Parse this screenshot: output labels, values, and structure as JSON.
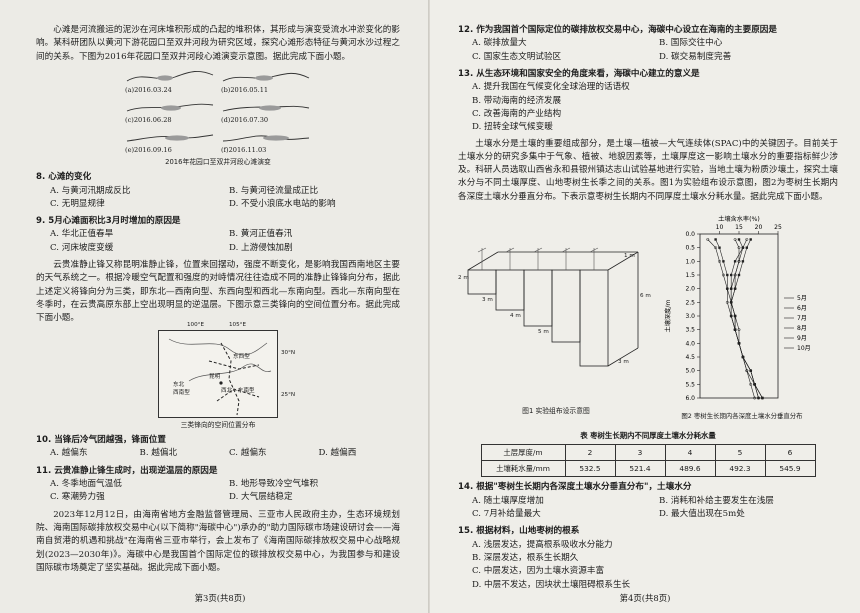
{
  "left": {
    "intro": "心滩是河流搬运的泥沙在河床堆积形成的凸起的堆积体，其形成与演变受流水冲淤变化的影响。某科研团队以黄河下游花园口至双井河段为研究区域，探究心滩形态特征与黄河水沙过程之间的关系。下图为2016年花园口至双井河段心滩演变示意图。据此完成下面小题。",
    "meander_dates": [
      "(a)2016.03.24",
      "(b)2016.05.11",
      "(c)2016.06.28",
      "(d)2016.07.30",
      "(e)2016.09.16",
      "(f)2016.11.03"
    ],
    "meander_caption": "2016年花园口至双井河段心滩演变",
    "q8": {
      "stem": "8. 心滩的变化",
      "opts": [
        "A. 与黄河汛期成反比",
        "B. 与黄河径流量成正比",
        "C. 无明显规律",
        "D. 不受小浪底水电站的影响"
      ]
    },
    "q9": {
      "stem": "9. 5月心滩面积比3月时增加的原因是",
      "opts": [
        "A. 华北正值春旱",
        "B. 黄河正值春汛",
        "C. 河床坡度变缓",
        "D. 上游侵蚀加剧"
      ]
    },
    "intro2": "云贵准静止锋又称昆明准静止锋，位置来回摆动，强度不断变化，是影响我国西南地区主要的天气系统之一。根据冷暖空气配置和强度的对峙情况往往造成不同的准静止锋锋向分布，据此上述定义将锋向分为三类，即东北—西南向型、东西向型和西北—东南向型。西北—东南向型在冬季时，在云贵高原东部上空出现明显的逆温层。下图示意三类锋向的空间位置分布。据此完成下面小题。",
    "map": {
      "lon1": "100°E",
      "lon2": "105°E",
      "lat1": "30°N",
      "lat2": "25°N",
      "lbl_dx": "东西型",
      "lbl_db": "东北",
      "lbl_dbxn": "西南型",
      "lbl_xb": "西北",
      "lbl_xbdn": "东北型",
      "lbl_xbd": "西北—东南型",
      "lbl_ru": "昆明",
      "caption": "三类锋向的空间位置分布"
    },
    "q10": {
      "stem": "10. 当锋后冷气团越强，锋面位置",
      "opts": [
        "A. 越偏东",
        "B. 越偏北",
        "C. 越偏东",
        "D. 越偏西"
      ]
    },
    "q11": {
      "stem": "11. 云贵准静止锋生成时，出现逆温层的原因是",
      "opts": [
        "A. 冬季地面气温低",
        "B. 地形导致冷空气堆积",
        "C. 寒潮势力强",
        "D. 大气层结稳定"
      ]
    },
    "intro3": "2023年12月12日，由海南省地方金融监督管理局、三亚市人民政府主办，生态环境规划院、海南国际碳排放权交易中心(以下简称\"海碳中心\")承办的\"助力国际碳市场建设研讨会——海南自贸港的机遇和挑战\"在海南省三亚市举行，会上发布了《海南国际碳排放权交易中心战略规划(2023—2030年)》。海碳中心是我国首个国际定位的碳排放权交易中心，为我国参与和建设国际碳市场奠定了坚实基础。据此完成下面小题。",
    "footer": "第3页(共8页)"
  },
  "right": {
    "q12": {
      "stem": "12. 作为我国首个国际定位的碳排放权交易中心，海碳中心设立在海南的主要原因是",
      "opts": [
        "A. 碳排放量大",
        "B. 国际交往中心",
        "C. 国家生态文明试验区",
        "D. 碳交易制度完善"
      ]
    },
    "q13": {
      "stem": "13. 从生态环境和国家安全的角度来看，海碳中心建立的意义是",
      "opts": [
        "A. 提升我国在气候变化全球治理的话语权",
        "B. 带动海南的经济发展",
        "C. 改善海南的产业结构",
        "D. 扭转全球气候变暖"
      ]
    },
    "intro": "土壤水分是土壤的重要组成部分，是土壤—植被—大气连续体(SPAC)中的关键因子。目前关于土壤水分的研究多集中于气象、植被、地貌因素等，土壤厚度这一影响土壤水分的重要指标鲜少涉及。科研人员选取山西省永和县银州镇达志山试验基地进行实验，当地土壤为粉质沙壤土，探究土壤水分与不同土壤厚度、山地枣树生长季之间的关系。图1为实验组布设示意图，图2为枣树生长期内各深度土壤水分垂直分布。下表示意枣树生长期内不同厚度土壤水分耗水量。据此完成下面小题。",
    "fig1_caption": "图1  实验组布设示意图",
    "fig1_dims": [
      "2 m",
      "3 m",
      "4 m",
      "5 m",
      "6 m",
      "3 m",
      "1 m"
    ],
    "fig2": {
      "xlabel": "土壤含水率(%)",
      "ylabel": "土壤深度/m",
      "xticks": [
        "10",
        "15",
        "20",
        "25"
      ],
      "yticks": [
        "0.0",
        "0.5",
        "1.0",
        "1.5",
        "2.0",
        "2.5",
        "3.0",
        "3.5",
        "4.0",
        "4.5",
        "5.0",
        "5.5",
        "6.0"
      ],
      "legend": [
        "5月",
        "6月",
        "7月",
        "8月",
        "9月",
        "10月"
      ],
      "caption": "图2  枣树生长期内各深度土壤水分垂直分布"
    },
    "table": {
      "title": "表  枣树生长期内不同厚度土壤水分耗水量",
      "row1_label": "土层厚度/m",
      "row1": [
        "2",
        "3",
        "4",
        "5",
        "6"
      ],
      "row2_label": "土壤耗水量/mm",
      "row2": [
        "532.5",
        "521.4",
        "489.6",
        "492.3",
        "545.9"
      ]
    },
    "q14": {
      "stem": "14. 根据\"枣树生长期内各深度土壤水分垂直分布\"，土壤水分",
      "opts": [
        "A. 随土壤厚度增加",
        "B. 消耗和补给主要发生在浅层",
        "C. 7月补给量最大",
        "D. 最大值出现在5m处"
      ]
    },
    "q15": {
      "stem": "15. 根据材料，山地枣树的根系",
      "opts": [
        "A. 浅层发达，提高根系吸收水分能力",
        "B. 深层发达，根系生长期久",
        "C. 中层发达，因为土壤水资源丰富",
        "D. 中层不发达，因块状土壤阻碍根系生长"
      ]
    },
    "footer": "第4页(共8页)"
  },
  "chart_data": {
    "type": "line",
    "title": "",
    "xlabel": "土壤含水率(%)",
    "ylabel": "土壤深度/m",
    "xlim": [
      5,
      25
    ],
    "ylim": [
      6.0,
      0.0
    ],
    "series": [
      {
        "name": "5月",
        "x": [
          9,
          10,
          11,
          12,
          12,
          13,
          13,
          14,
          15,
          16,
          18,
          19,
          20
        ],
        "y": [
          0.2,
          0.5,
          1.0,
          1.5,
          2.0,
          2.5,
          3.0,
          3.5,
          4.0,
          4.5,
          5.0,
          5.5,
          6.0
        ]
      },
      {
        "name": "6月",
        "x": [
          7,
          9,
          10,
          11,
          12,
          12,
          13,
          14,
          15,
          16,
          17,
          18,
          19
        ],
        "y": [
          0.2,
          0.5,
          1.0,
          1.5,
          2.0,
          2.5,
          3.0,
          3.5,
          4.0,
          4.5,
          5.0,
          5.5,
          6.0
        ]
      },
      {
        "name": "7月",
        "x": [
          15,
          16,
          14,
          13,
          13,
          13,
          14,
          14,
          15,
          16,
          18,
          19,
          21
        ],
        "y": [
          0.2,
          0.5,
          1.0,
          1.5,
          2.0,
          2.5,
          3.0,
          3.5,
          4.0,
          4.5,
          5.0,
          5.5,
          6.0
        ]
      },
      {
        "name": "8月",
        "x": [
          17,
          16,
          15,
          14,
          13,
          13,
          13,
          14,
          15,
          16,
          17,
          19,
          20
        ],
        "y": [
          0.2,
          0.5,
          1.0,
          1.5,
          2.0,
          2.5,
          3.0,
          3.5,
          4.0,
          4.5,
          5.0,
          5.5,
          6.0
        ]
      },
      {
        "name": "9月",
        "x": [
          18,
          17,
          16,
          15,
          14,
          13,
          14,
          14,
          15,
          16,
          18,
          19,
          21
        ],
        "y": [
          0.2,
          0.5,
          1.0,
          1.5,
          2.0,
          2.5,
          3.0,
          3.5,
          4.0,
          4.5,
          5.0,
          5.5,
          6.0
        ]
      },
      {
        "name": "10月",
        "x": [
          14,
          15,
          15,
          14,
          14,
          13,
          14,
          15,
          15,
          16,
          18,
          19,
          21
        ],
        "y": [
          0.2,
          0.5,
          1.0,
          1.5,
          2.0,
          2.5,
          3.0,
          3.5,
          4.0,
          4.5,
          5.0,
          5.5,
          6.0
        ]
      }
    ]
  }
}
